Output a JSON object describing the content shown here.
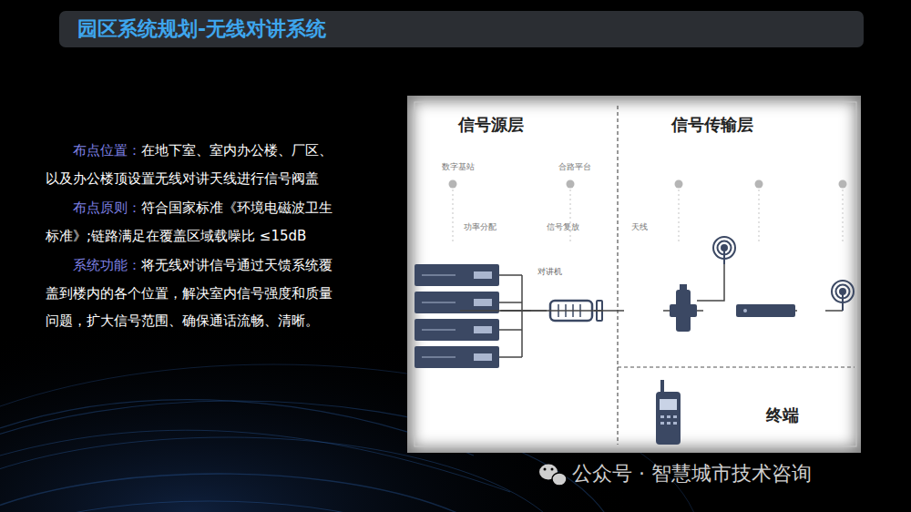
{
  "diagram": {
    "title": "园区系统规划-无线对讲系统",
    "nodes": [
      {
        "text": [
          "园区系统规划-无线对讲系统"
        ]
      },
      {
        "text": [
          "信号源层"
        ]
      },
      {
        "text": [
          "信号传输层"
        ]
      },
      {
        "text": [
          "终端"
        ]
      },
      {
        "text": [
          "数字基站"
        ],
        "in": 1
      },
      {
        "text": [
          "合路平台"
        ],
        "in": 1
      },
      {
        "text": [
          "功率分配"
        ],
        "in": 2
      },
      {
        "text": [
          "信号复放"
        ],
        "in": 2
      },
      {
        "text": [
          "天线"
        ],
        "in": 2
      },
      {
        "text": [
          "对讲机"
        ],
        "in": 3
      }
    ],
    "edges": [
      {
        "from": 4,
        "to": 5,
        "arrow": "none"
      },
      {
        "from": 5,
        "to": 6,
        "arrow": "none"
      },
      {
        "from": 6,
        "to": 7,
        "arrow": "none"
      },
      {
        "from": 7,
        "to": 8,
        "arrow": "none"
      }
    ],
    "labels": [
      "布点位置：",
      "在地下室、室内办公楼、厂区、以及办公楼顶设置无线对讲天线进行信号阀盖",
      "布点原则：",
      "符合国家标准《环境电磁波卫生标准》;链路满足在覆盖区域载噪比 ≤15dB",
      "系统功能：",
      "将无线对讲信号通过天馈系统覆盖到楼内的各个位置，解决室内信号强度和质量问题，扩大信号范围、确保通话流畅、清晰。",
      "公众号 · 智慧城市技术咨询"
    ]
  }
}
